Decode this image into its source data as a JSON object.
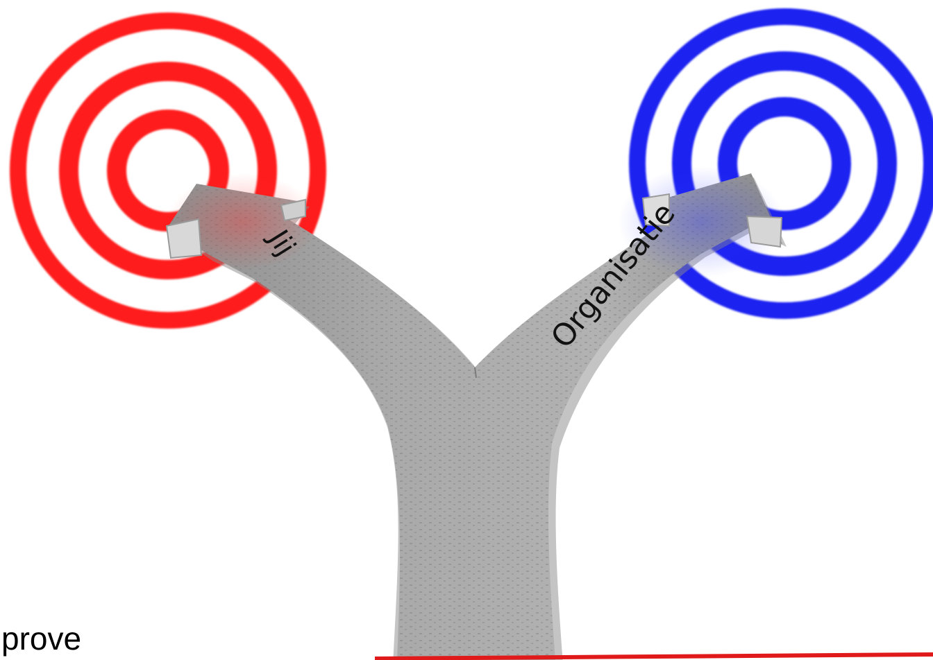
{
  "labels": {
    "left_arrow": "Jij",
    "right_arrow": "Organisatie",
    "corner_text": "prove"
  },
  "targets": {
    "left": {
      "name": "left-target",
      "color": "#ff1e1e"
    },
    "right": {
      "name": "right-target",
      "color": "#1a22f0"
    }
  },
  "colors": {
    "arrow_body": "#a4a4a4",
    "arrow_shade": "#7c7c7c",
    "arrow_light": "#c8c8c8",
    "bottom_line": "#e01a1a"
  }
}
